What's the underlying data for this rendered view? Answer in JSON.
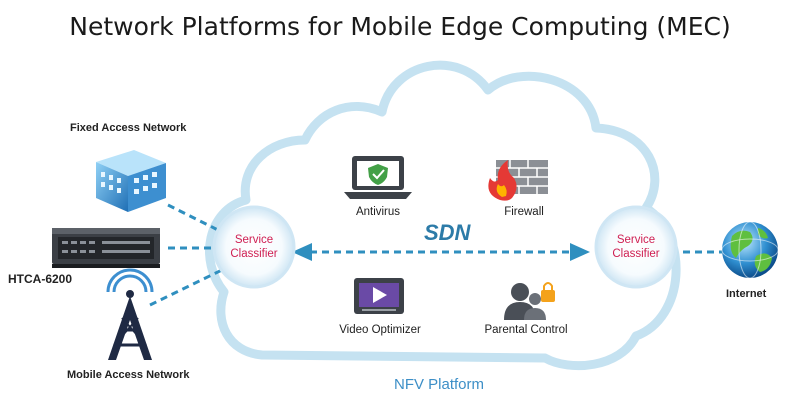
{
  "title": "Network Platforms for Mobile Edge Computing (MEC)",
  "left_side": {
    "fixed_access_network": "Fixed Access Network",
    "device_name": "HTCA-6200",
    "mobile_access_network": "Mobile Access Network"
  },
  "cloud": {
    "platform_label": "NFV Platform",
    "sdn_label": "SDN",
    "left_classifier": "Service\nClassifier",
    "right_classifier": "Service\nClassifier",
    "functions": {
      "antivirus": "Antivirus",
      "firewall": "Firewall",
      "video_optimizer": "Video Optimizer",
      "parental_control": "Parental Control"
    }
  },
  "right_side": {
    "internet": "Internet"
  },
  "icons": [
    "building-icon",
    "server-chassis-icon",
    "cell-tower-icon",
    "laptop-shield-icon",
    "firewall-icon",
    "video-player-icon",
    "parental-control-icon",
    "globe-icon"
  ],
  "colors": {
    "cloud_outline": "#bfe0ef",
    "connector": "#2f8fbf",
    "classifier_text": "#cf1f52",
    "sdn": "#2c7ba8",
    "accent_green": "#43a047",
    "firewall_red": "#e53935",
    "lock_gold": "#f4a21b"
  }
}
